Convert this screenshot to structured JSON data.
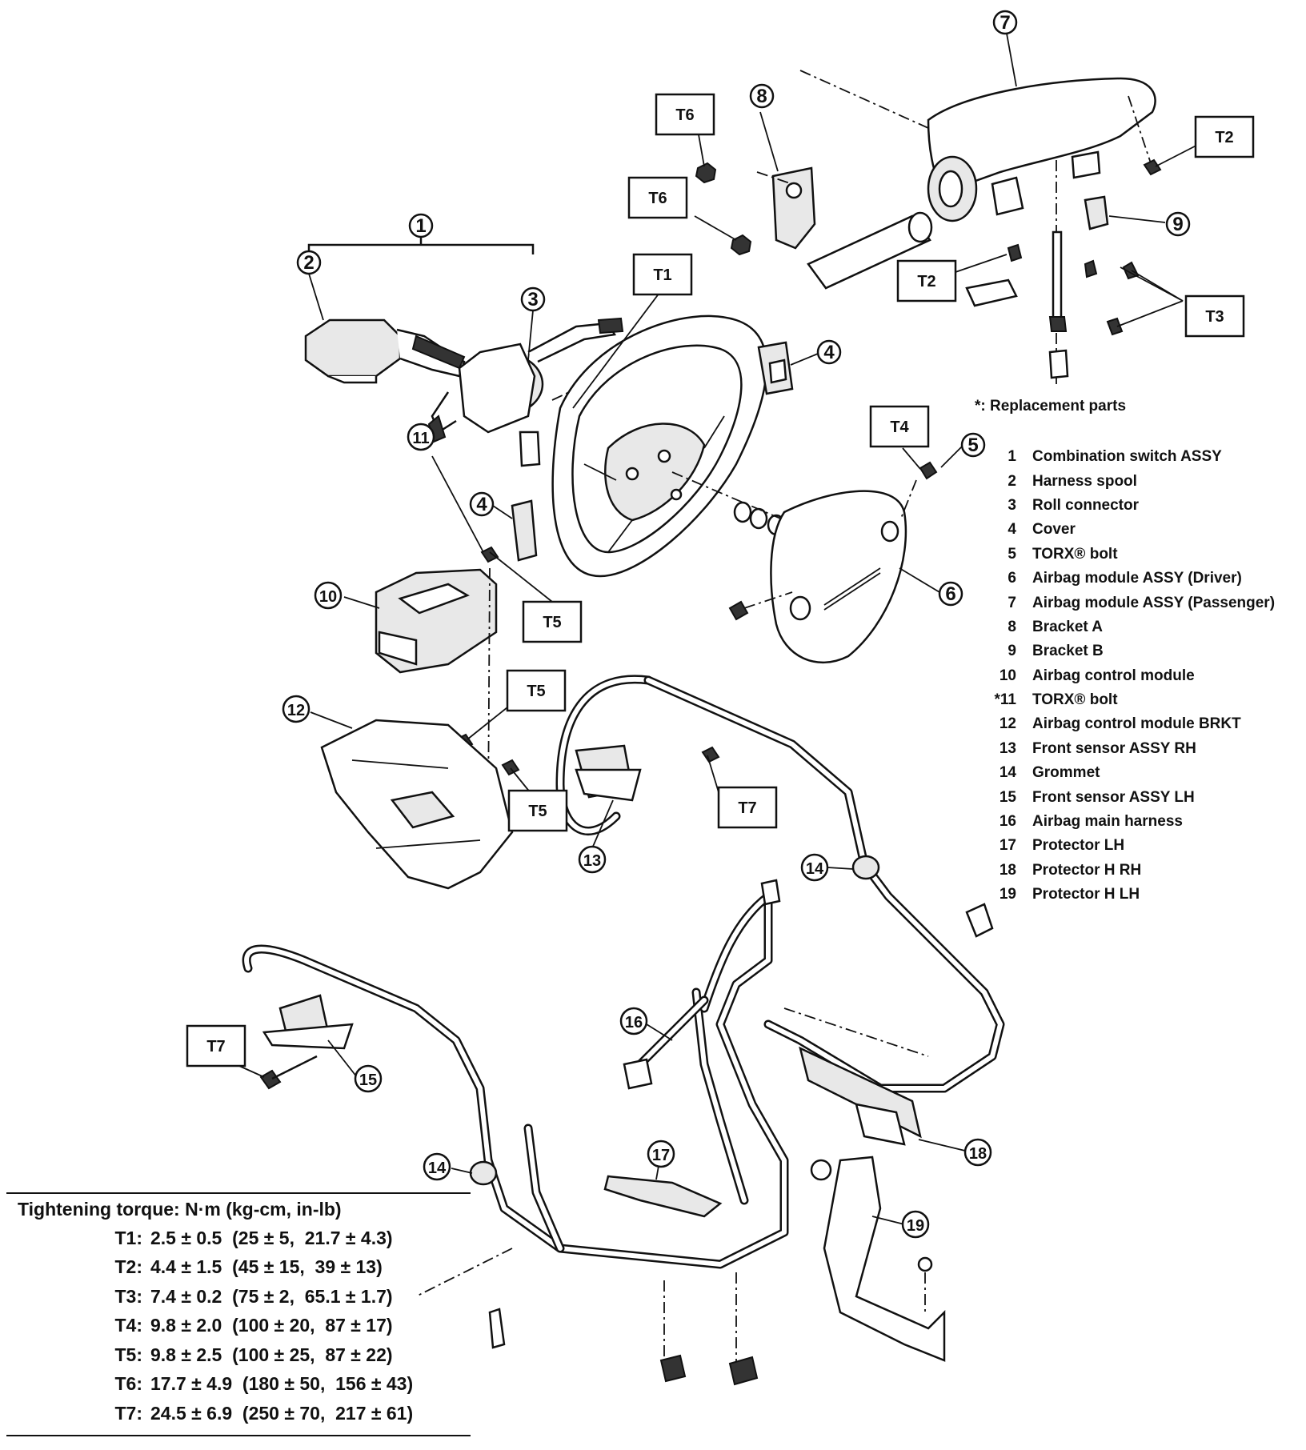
{
  "replacement_note": "*: Replacement parts",
  "callouts": [
    "1",
    "2",
    "3",
    "4",
    "4",
    "5",
    "6",
    "7",
    "8",
    "9",
    "10",
    "11",
    "12",
    "13",
    "14",
    "14",
    "15",
    "16",
    "17",
    "18",
    "19"
  ],
  "torque_boxes": [
    "T1",
    "T2",
    "T2",
    "T3",
    "T4",
    "T5",
    "T5",
    "T5",
    "T6",
    "T6",
    "T7",
    "T7"
  ],
  "parts_legend": [
    {
      "num": "1",
      "name": "Combination switch ASSY"
    },
    {
      "num": "2",
      "name": "Harness spool"
    },
    {
      "num": "3",
      "name": "Roll connector"
    },
    {
      "num": "4",
      "name": "Cover"
    },
    {
      "num": "5",
      "name": "TORX® bolt"
    },
    {
      "num": "6",
      "name": "Airbag module ASSY (Driver)"
    },
    {
      "num": "7",
      "name": "Airbag module ASSY (Passenger)"
    },
    {
      "num": "8",
      "name": "Bracket A"
    },
    {
      "num": "9",
      "name": "Bracket B"
    },
    {
      "num": "10",
      "name": "Airbag control module"
    },
    {
      "num": "*11",
      "name": "TORX® bolt"
    },
    {
      "num": "12",
      "name": "Airbag control module BRKT"
    },
    {
      "num": "13",
      "name": "Front sensor ASSY RH"
    },
    {
      "num": "14",
      "name": "Grommet"
    },
    {
      "num": "15",
      "name": "Front sensor ASSY LH"
    },
    {
      "num": "16",
      "name": "Airbag main harness"
    },
    {
      "num": "17",
      "name": "Protector LH"
    },
    {
      "num": "18",
      "name": "Protector H RH"
    },
    {
      "num": "19",
      "name": "Protector H LH"
    }
  ],
  "torque_table": {
    "title": "Tightening torque: N·m (kg-cm, in-lb)",
    "rows": [
      {
        "id": "T1:",
        "value": "2.5 ± 0.5  (25 ± 5,  21.7 ± 4.3)"
      },
      {
        "id": "T2:",
        "value": "4.4 ± 1.5  (45 ± 15,  39 ± 13)"
      },
      {
        "id": "T3:",
        "value": "7.4 ± 0.2  (75 ± 2,  65.1 ± 1.7)"
      },
      {
        "id": "T4:",
        "value": "9.8 ± 2.0  (100 ± 20,  87 ± 17)"
      },
      {
        "id": "T5:",
        "value": "9.8 ± 2.5  (100 ± 25,  87 ± 22)"
      },
      {
        "id": "T6:",
        "value": "17.7 ± 4.9  (180 ± 50,  156 ± 43)"
      },
      {
        "id": "T7:",
        "value": "24.5 ± 6.9  (250 ± 70,  217 ± 61)"
      }
    ]
  }
}
